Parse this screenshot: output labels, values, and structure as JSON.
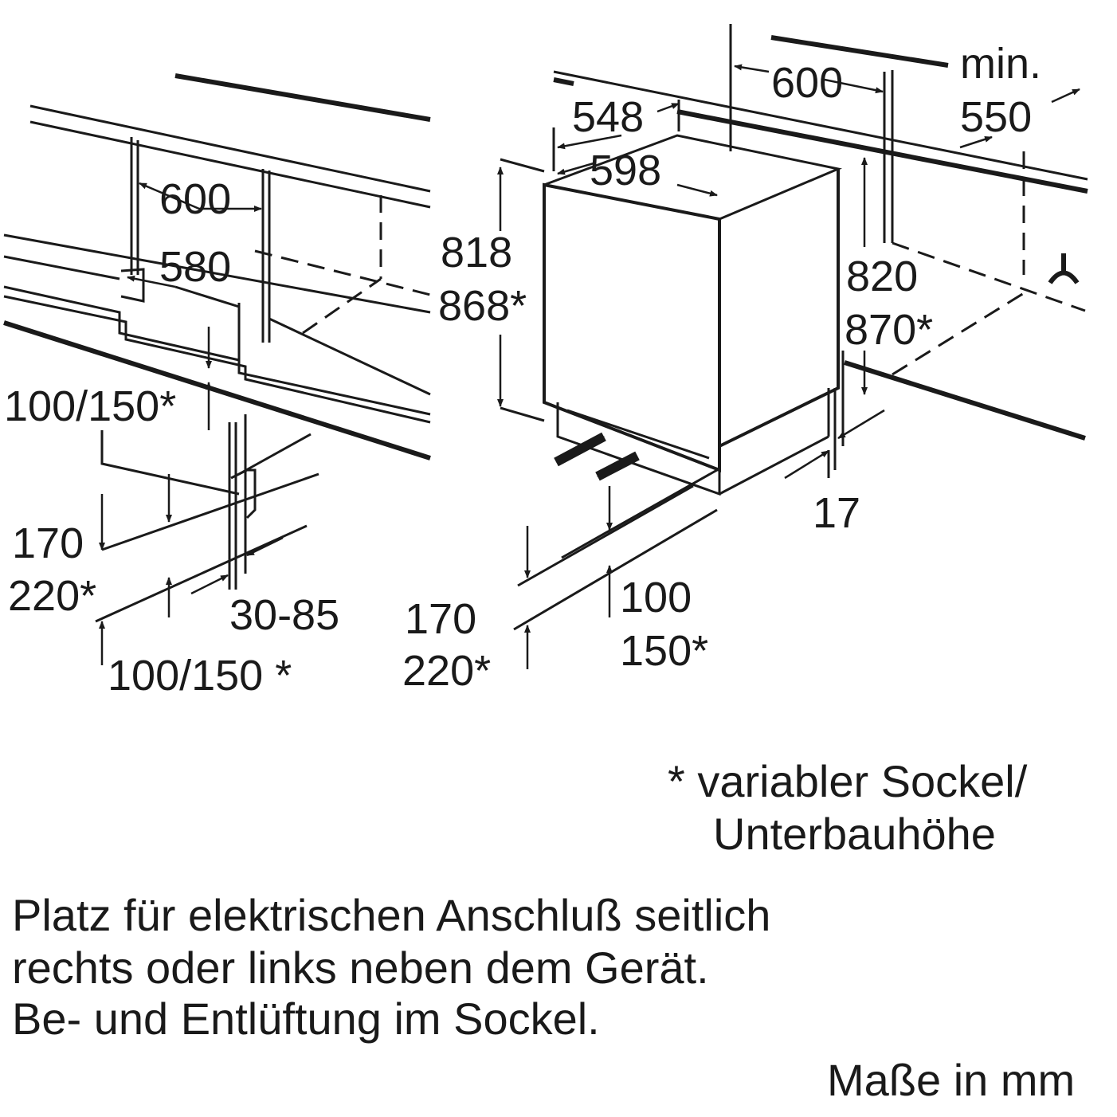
{
  "left_view": {
    "width_600": "600",
    "width_580": "580",
    "plinth_top": "100/150*",
    "plinth_170": "170",
    "plinth_220": "220*",
    "plinth_depth": "30-85",
    "plinth_bottom": "100/150 *"
  },
  "right_view": {
    "depth_548": "548",
    "niche_600": "600",
    "min": "min.",
    "min_550": "550",
    "width_598": "598",
    "height_818": "818",
    "height_868": "868*",
    "niche_820": "820",
    "niche_870": "870*",
    "gap_17": "17",
    "vent_100": "100",
    "vent_150": "150*",
    "plinth_170": "170",
    "plinth_220": "220*"
  },
  "legend": {
    "line1": "* variabler Sockel/",
    "line2": "Unterbauhöhe"
  },
  "notes": [
    "Platz für elektrischen Anschluß seitlich",
    "rechts oder links neben dem Gerät.",
    "Be- und Entlüftung im Sockel."
  ],
  "units": "Maße in mm"
}
